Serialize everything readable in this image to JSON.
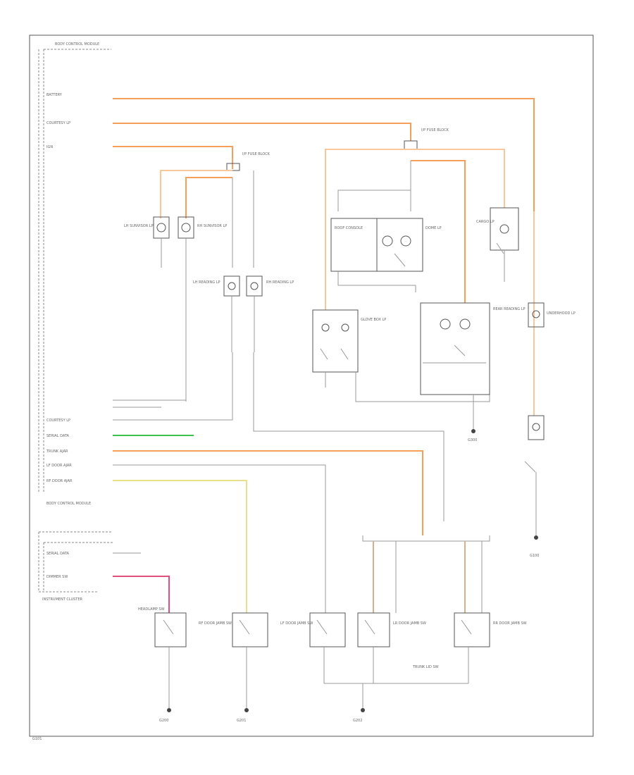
{
  "colors": {
    "orange": "#f5a05a",
    "orange_light": "#f8c79c",
    "green": "#3fc24a",
    "yellow": "#e8e08a",
    "pink": "#e0507a",
    "tan": "#d6b08c",
    "gray": "#9a9a9a",
    "dark": "#444444"
  },
  "labels": {
    "bcm_header": "BODY CONTROL MODULE",
    "battery": "BATTERY",
    "courtesy_lp": "COURTESY LP",
    "ign": "IGN",
    "fuse_block_top": "I/P FUSE BLOCK",
    "fuse_block_mid": "I/P FUSE BLOCK",
    "lh_sunvisor": "LH SUNVISOR LP",
    "rh_sunvisor": "RH SUNVISOR LP",
    "lh_reading": "LH READING LP",
    "rh_reading": "RH READING LP",
    "dome_lamp": "DOME LP",
    "roof_console": "ROOF CONSOLE",
    "cargo_lamp": "CARGO LP",
    "glove_box": "GLOVE BOX LP",
    "rear_reading": "REAR READING LP",
    "underhood": "UNDERHOOD LP",
    "courtesy_lp_feed": "COURTESY LP",
    "serial_data": "SERIAL DATA",
    "trunk_ajar": "TRUNK AJAR",
    "lf_door_ajar": "LF DOOR AJAR",
    "rf_door_ajar": "RF DOOR AJAR",
    "bcm_note": "BODY CONTROL MODULE",
    "serial_data_2": "SERIAL DATA",
    "dimmer_sw": "DIMMER SW",
    "instrument_cluster": "INSTRUMENT CLUSTER",
    "headlamp_sw": "HEADLAMP SW",
    "lf_door_jamb": "LF DOOR JAMB SW",
    "rf_door_jamb": "RF DOOR JAMB SW",
    "lr_door_jamb": "LR DOOR JAMB SW",
    "rr_door_jamb": "RR DOOR JAMB SW",
    "trunk_lid_sw": "TRUNK LID SW",
    "g200": "G200",
    "g201": "G201",
    "g202": "G202",
    "g300": "G300",
    "g100": "G100",
    "corner": "G101"
  }
}
